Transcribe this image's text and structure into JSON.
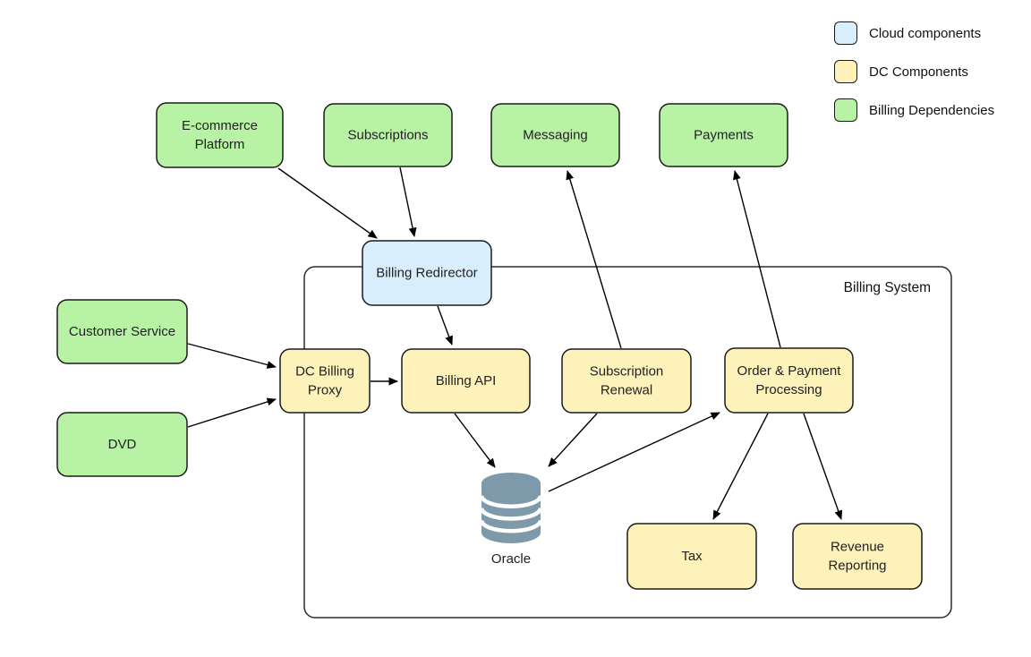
{
  "diagram": {
    "title": "Billing System",
    "legend": [
      {
        "type": "cloud",
        "label": "Cloud components",
        "color": "#d9eefc"
      },
      {
        "type": "dc",
        "label": "DC Components",
        "color": "#fdf2ba"
      },
      {
        "type": "dependency",
        "label": "Billing Dependencies",
        "color": "#b8f2a5"
      }
    ],
    "container": {
      "label": "Billing System"
    },
    "colors": {
      "cloud": "#d9eefc",
      "dc": "#fdf2ba",
      "dependency": "#b8f2a5",
      "database": "#7e9aaa",
      "stroke": "#1a1a1a",
      "edge": "#000000",
      "text": "#222222"
    },
    "nodes": [
      {
        "id": "ecommerce-platform",
        "label": "E-commerce Platform",
        "lines": [
          "E-commerce",
          "Platform"
        ],
        "type": "dependency"
      },
      {
        "id": "subscriptions",
        "label": "Subscriptions",
        "lines": [
          "Subscriptions"
        ],
        "type": "dependency"
      },
      {
        "id": "messaging",
        "label": "Messaging",
        "lines": [
          "Messaging"
        ],
        "type": "dependency"
      },
      {
        "id": "payments",
        "label": "Payments",
        "lines": [
          "Payments"
        ],
        "type": "dependency"
      },
      {
        "id": "billing-redirector",
        "label": "Billing Redirector",
        "lines": [
          "Billing Redirector"
        ],
        "type": "cloud"
      },
      {
        "id": "customer-service",
        "label": "Customer Service",
        "lines": [
          "Customer Service"
        ],
        "type": "dependency"
      },
      {
        "id": "dvd",
        "label": "DVD",
        "lines": [
          "DVD"
        ],
        "type": "dependency"
      },
      {
        "id": "dc-billing-proxy",
        "label": "DC Billing Proxy",
        "lines": [
          "DC Billing",
          "Proxy"
        ],
        "type": "dc"
      },
      {
        "id": "billing-api",
        "label": "Billing API",
        "lines": [
          "Billing API"
        ],
        "type": "dc"
      },
      {
        "id": "subscription-renewal",
        "label": "Subscription Renewal",
        "lines": [
          "Subscription",
          "Renewal"
        ],
        "type": "dc"
      },
      {
        "id": "order-payment-processing",
        "label": "Order & Payment Processing",
        "lines": [
          "Order & Payment",
          "Processing"
        ],
        "type": "dc"
      },
      {
        "id": "tax",
        "label": "Tax",
        "lines": [
          "Tax"
        ],
        "type": "dc"
      },
      {
        "id": "revenue-reporting",
        "label": "Revenue Reporting",
        "lines": [
          "Revenue",
          "Reporting"
        ],
        "type": "dc"
      }
    ],
    "database": {
      "id": "oracle",
      "label": "Oracle"
    },
    "edges": [
      {
        "from": "ecommerce-platform",
        "to": "billing-redirector"
      },
      {
        "from": "subscriptions",
        "to": "billing-redirector"
      },
      {
        "from": "billing-redirector",
        "to": "billing-api"
      },
      {
        "from": "customer-service",
        "to": "dc-billing-proxy"
      },
      {
        "from": "dvd",
        "to": "dc-billing-proxy"
      },
      {
        "from": "dc-billing-proxy",
        "to": "billing-api"
      },
      {
        "from": "billing-api",
        "to": "oracle"
      },
      {
        "from": "subscription-renewal",
        "to": "oracle"
      },
      {
        "from": "subscription-renewal",
        "to": "messaging"
      },
      {
        "from": "oracle",
        "to": "order-payment-processing"
      },
      {
        "from": "order-payment-processing",
        "to": "payments"
      },
      {
        "from": "order-payment-processing",
        "to": "tax"
      },
      {
        "from": "order-payment-processing",
        "to": "revenue-reporting"
      }
    ]
  }
}
